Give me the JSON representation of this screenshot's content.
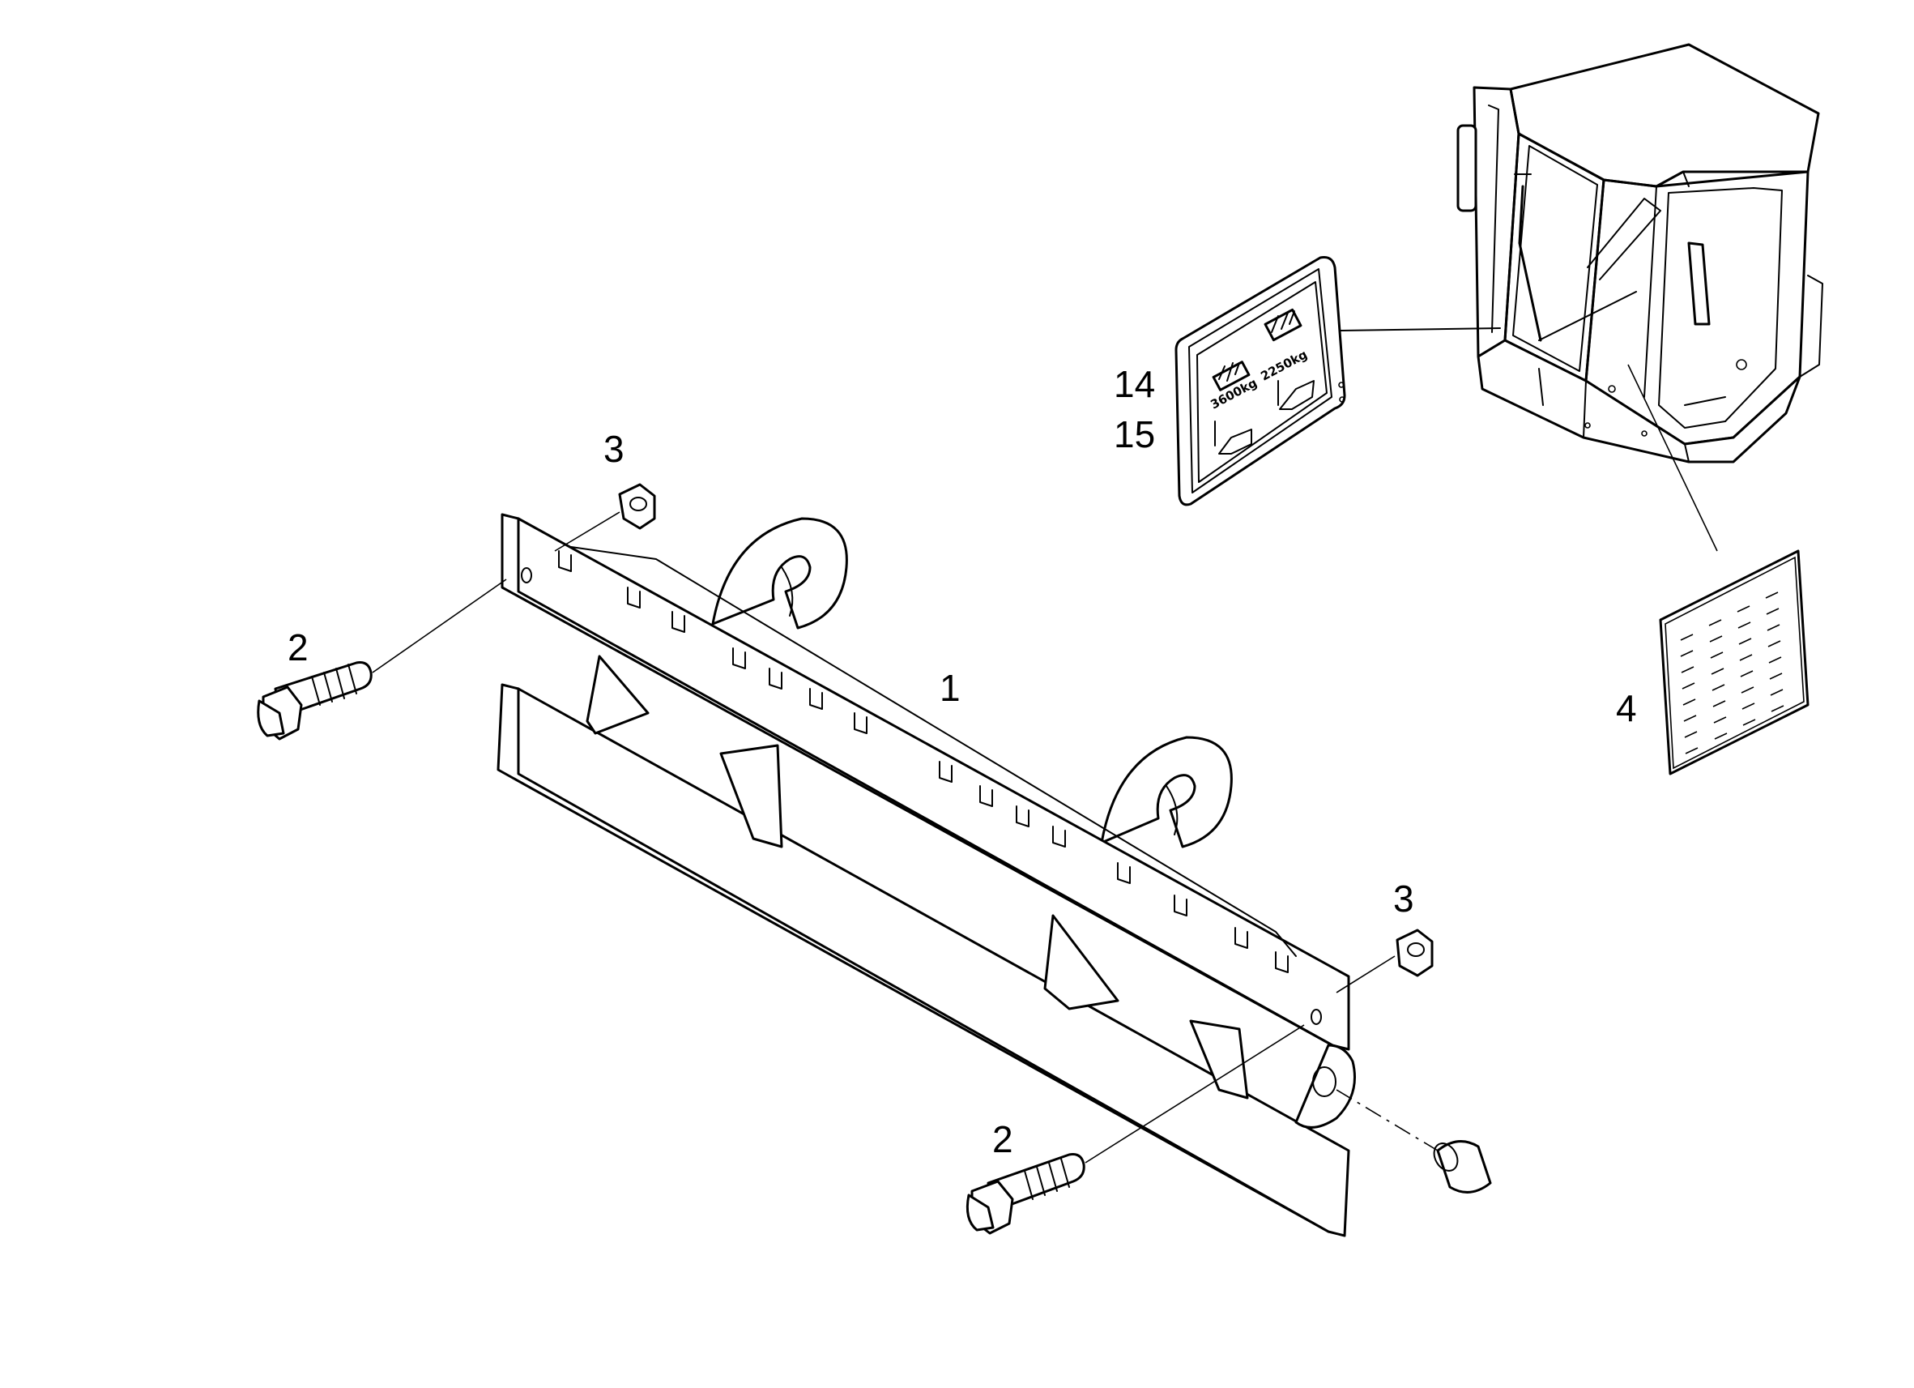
{
  "diagram": {
    "callouts": [
      {
        "id": "c1",
        "label": "1"
      },
      {
        "id": "c2a",
        "label": "2"
      },
      {
        "id": "c2b",
        "label": "2"
      },
      {
        "id": "c3a",
        "label": "3"
      },
      {
        "id": "c3b",
        "label": "3"
      },
      {
        "id": "c4",
        "label": "4"
      },
      {
        "id": "c14",
        "label": "14"
      },
      {
        "id": "c15",
        "label": "15"
      }
    ],
    "decal": {
      "load_left": "3600kg",
      "load_right": "2250kg"
    }
  }
}
